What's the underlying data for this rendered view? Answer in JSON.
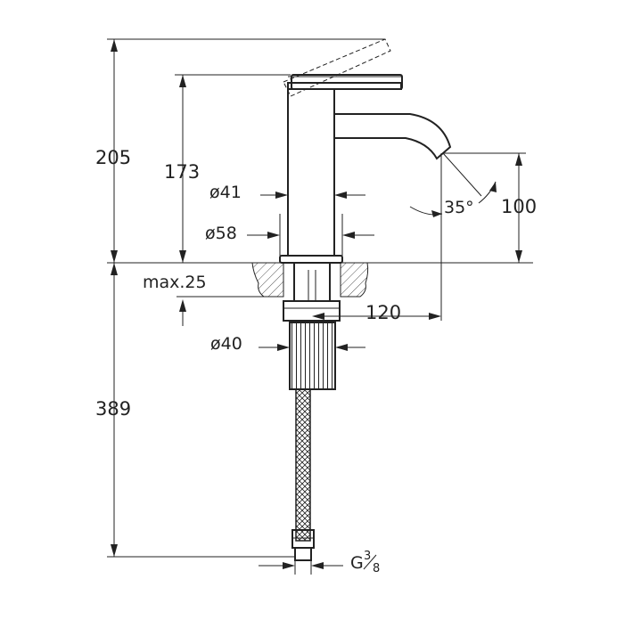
{
  "dimensions": {
    "total_height_above": "205",
    "spout_height": "173",
    "body_diameter": "ø41",
    "base_diameter": "ø58",
    "max_thickness": "max.25",
    "shank_diameter": "ø40",
    "below_height": "389",
    "reach": "120",
    "outlet_height": "100",
    "handle_angle": "35°",
    "connection_main": "G",
    "connection_num": "3",
    "connection_den": "8"
  }
}
